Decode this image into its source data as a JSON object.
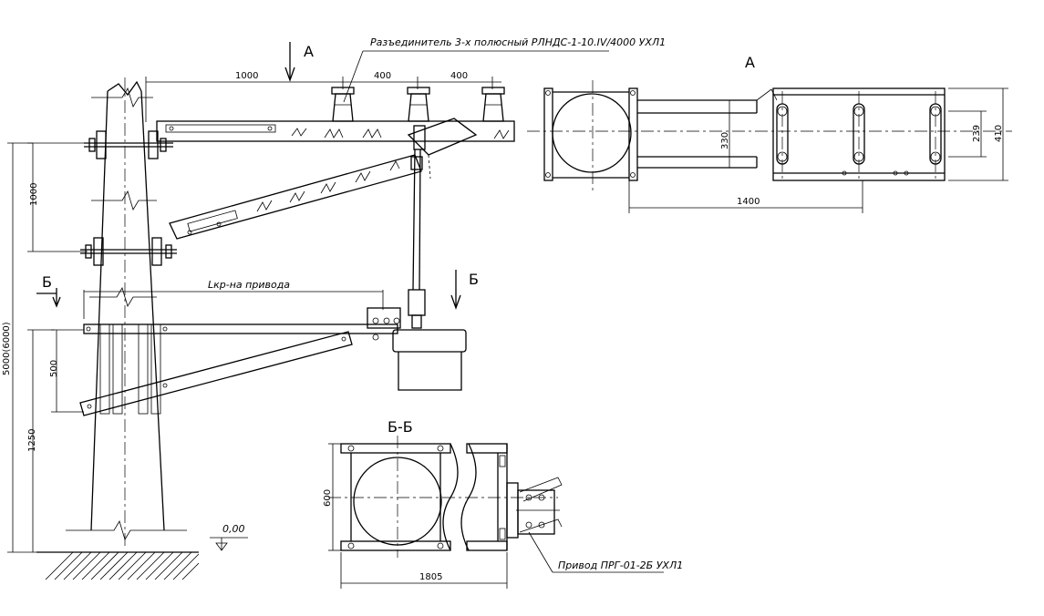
{
  "labels": {
    "disconnector": "Разъединитель 3-х полюсный  РЛНДС-1-10.IV/4000 УХЛ1",
    "drive": "Привод ПРГ-01-2Б УХЛ1",
    "drive_length": "Lкр-на привода",
    "level": "0,00",
    "view_a_arrow": "А",
    "view_a_title": "А",
    "view_b_arrow_left": "Б",
    "view_b_arrow_right": "Б",
    "section_bb_title": "Б-Б"
  },
  "dimensions": {
    "d1000_top": "1000",
    "d400_a": "400",
    "d400_b": "400",
    "d1000_vertical": "1000",
    "d5000": "5000(6000)",
    "d500": "500",
    "d1250": "1250",
    "d1400": "1400",
    "d330": "330",
    "d239": "239",
    "d410": "410",
    "d600": "600",
    "d1805": "1805"
  }
}
